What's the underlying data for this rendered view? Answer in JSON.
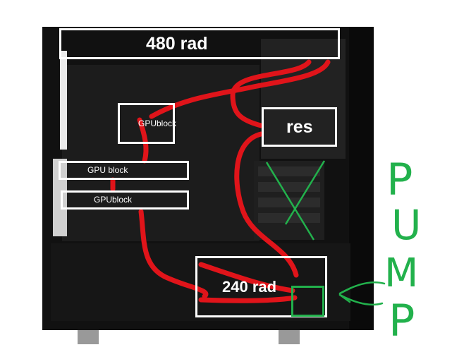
{
  "labels": {
    "rad_top": "480 rad",
    "res": "res",
    "gpublock_top": "GPUblock",
    "gpu_block_mid": "GPU block",
    "gpublock_low": "GPUblock",
    "rad_bottom": "240 rad"
  },
  "pump": {
    "letters": [
      "P",
      "U",
      "M",
      "P"
    ]
  },
  "colors": {
    "tube": "#e0141a",
    "label_outline": "#ffffff",
    "pump_annotation": "#22b14c",
    "case": "#1a1a1a"
  }
}
